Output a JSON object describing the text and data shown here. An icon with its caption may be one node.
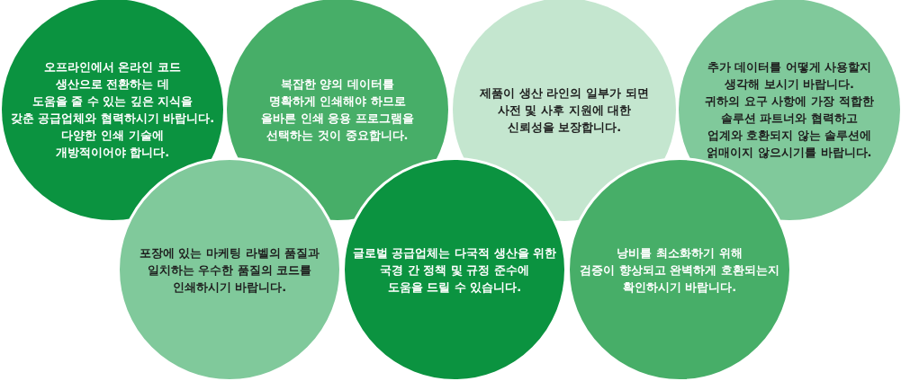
{
  "diagram": {
    "nodes": [
      {
        "text": [
          "오프라인에서 온라인 코드 생산으로 전환하는 데 도움을 줄 수 있는 깊은 지식을 갖춘 공급업체와 협력하시기 바랍니다. 다양한 인쇄 기술에 개방적이어야 합니다."
        ]
      },
      {
        "text": [
          "복잡한 양의 데이터를 명확하게 인쇄해야 하므로 올바른 인쇄 응용 프로그램을 선택하는 것이 중요합니다."
        ]
      },
      {
        "text": [
          "제품이 생산 라인의 일부가 되면 사전 및 사후 지원에 대한 신뢰성을 보장합니다."
        ]
      },
      {
        "text": [
          "추가 데이터를 어떻게 사용할지 생각해 보시기 바랍니다. 귀하의 요구 사항에 가장 적합한 솔루션 파트너와 협력하고 업계와 호환되지 않는 솔루션에 얽매이지 않으시기를 바랍니다."
        ]
      },
      {
        "text": [
          "포장에 있는 마케팅 라벨의 품질과 일치하는 우수한 품질의 코드를 인쇄하시기 바랍니다."
        ]
      },
      {
        "text": [
          "글로벌 공급업체는 다국적 생산을 위한 국경 간 정책 및 규정 준수에 도움을 드릴 수 있습니다."
        ]
      },
      {
        "text": [
          "낭비를 최소화하기 위해 검증이 향상되고 완벽하게 호환되는지 확인하시기 바랍니다."
        ]
      }
    ]
  }
}
